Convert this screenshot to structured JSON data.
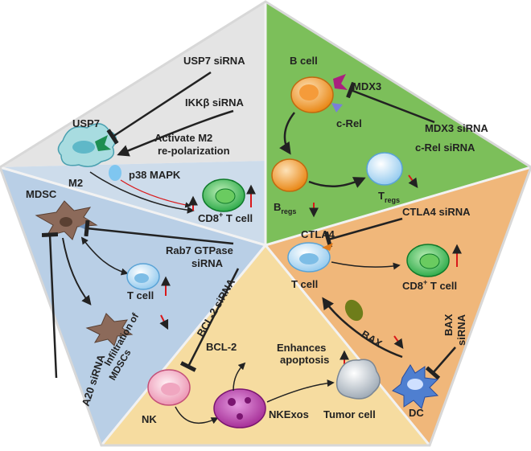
{
  "sections": {
    "m2": {
      "title": "M2",
      "usp7_sirna": "USP7 siRNA",
      "ikkb_sirna": "IKKβ siRNA",
      "usp7": "USP7",
      "activate_line1": "Activate M2",
      "activate_line2": "re-polarization",
      "p38": "p38 MAPK",
      "cd8": "CD8",
      "cd8_sup": "+",
      "t_cell": " T cell"
    },
    "b_cell": {
      "title": "B cell",
      "mdx3": "MDX3",
      "c_rel": "c-Rel",
      "mdx3_sirna": "MDX3  siRNA",
      "c_rel_sirna": "c-Rel siRNA",
      "bregs": "B",
      "bregs_sub": "regs",
      "tregs": "T",
      "tregs_sub": "regs"
    },
    "mdsc": {
      "title": "MDSC",
      "rab7_line1": "Rab7 GTPase",
      "rab7_line2": "siRNA",
      "t_cell": "T cell",
      "infiltration_line1": "Infiltration of",
      "infiltration_line2": "MDSCs",
      "a20_sirna": "A20 siRNA"
    },
    "nk": {
      "bcl2_sirna": "BCL-2 siRNA",
      "bcl2": "BCL-2",
      "enhances_line1": "Enhances",
      "enhances_line2": "apoptosis",
      "nk": "NK",
      "nkexos": "NKExos",
      "tumor_cell": "Tumor cell"
    },
    "dc": {
      "ctla4_sirna": "CTLA4  siRNA",
      "ctla4": "CTLA4",
      "t_cell": "T cell",
      "cd8": "CD8",
      "cd8_sup": "+",
      "t_cell2": " T cell",
      "bax": "BAX",
      "bax_sirna_1": "BAX",
      "bax_sirna_2": "siRNA",
      "dc": "DC"
    }
  },
  "colors": {
    "m2_bg": "#dcdcdc",
    "bcell_bg": "#7cbf5a",
    "mdsc_bg": "#b9cfe6",
    "nk_bg": "#f6dca0",
    "dc_bg": "#f0b77a",
    "up_arrow": "#d9181a",
    "down_arrow": "#d9181a",
    "green_cell": "#3db14a",
    "outline": "#d8d8d8"
  },
  "icons": [
    "up-arrow-icon",
    "down-arrow-icon",
    "inhibit-bar-icon",
    "arrow-icon"
  ]
}
